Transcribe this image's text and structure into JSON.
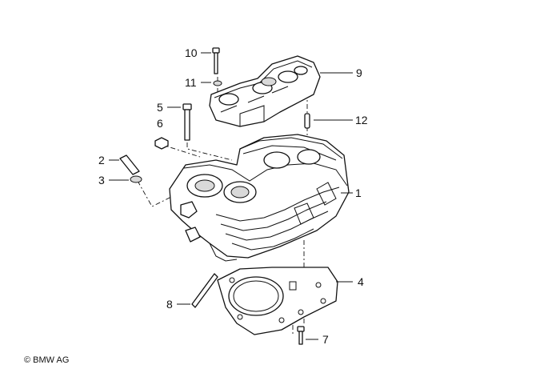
{
  "callouts": [
    {
      "id": "c1",
      "label": "1"
    },
    {
      "id": "c2",
      "label": "2"
    },
    {
      "id": "c3",
      "label": "3"
    },
    {
      "id": "c4",
      "label": "4"
    },
    {
      "id": "c5",
      "label": "5"
    },
    {
      "id": "c6",
      "label": "6"
    },
    {
      "id": "c7",
      "label": "7"
    },
    {
      "id": "c8",
      "label": "8"
    },
    {
      "id": "c9",
      "label": "9"
    },
    {
      "id": "c10",
      "label": "10"
    },
    {
      "id": "c11",
      "label": "11"
    },
    {
      "id": "c12",
      "label": "12"
    }
  ],
  "copyright": "© BMW AG"
}
